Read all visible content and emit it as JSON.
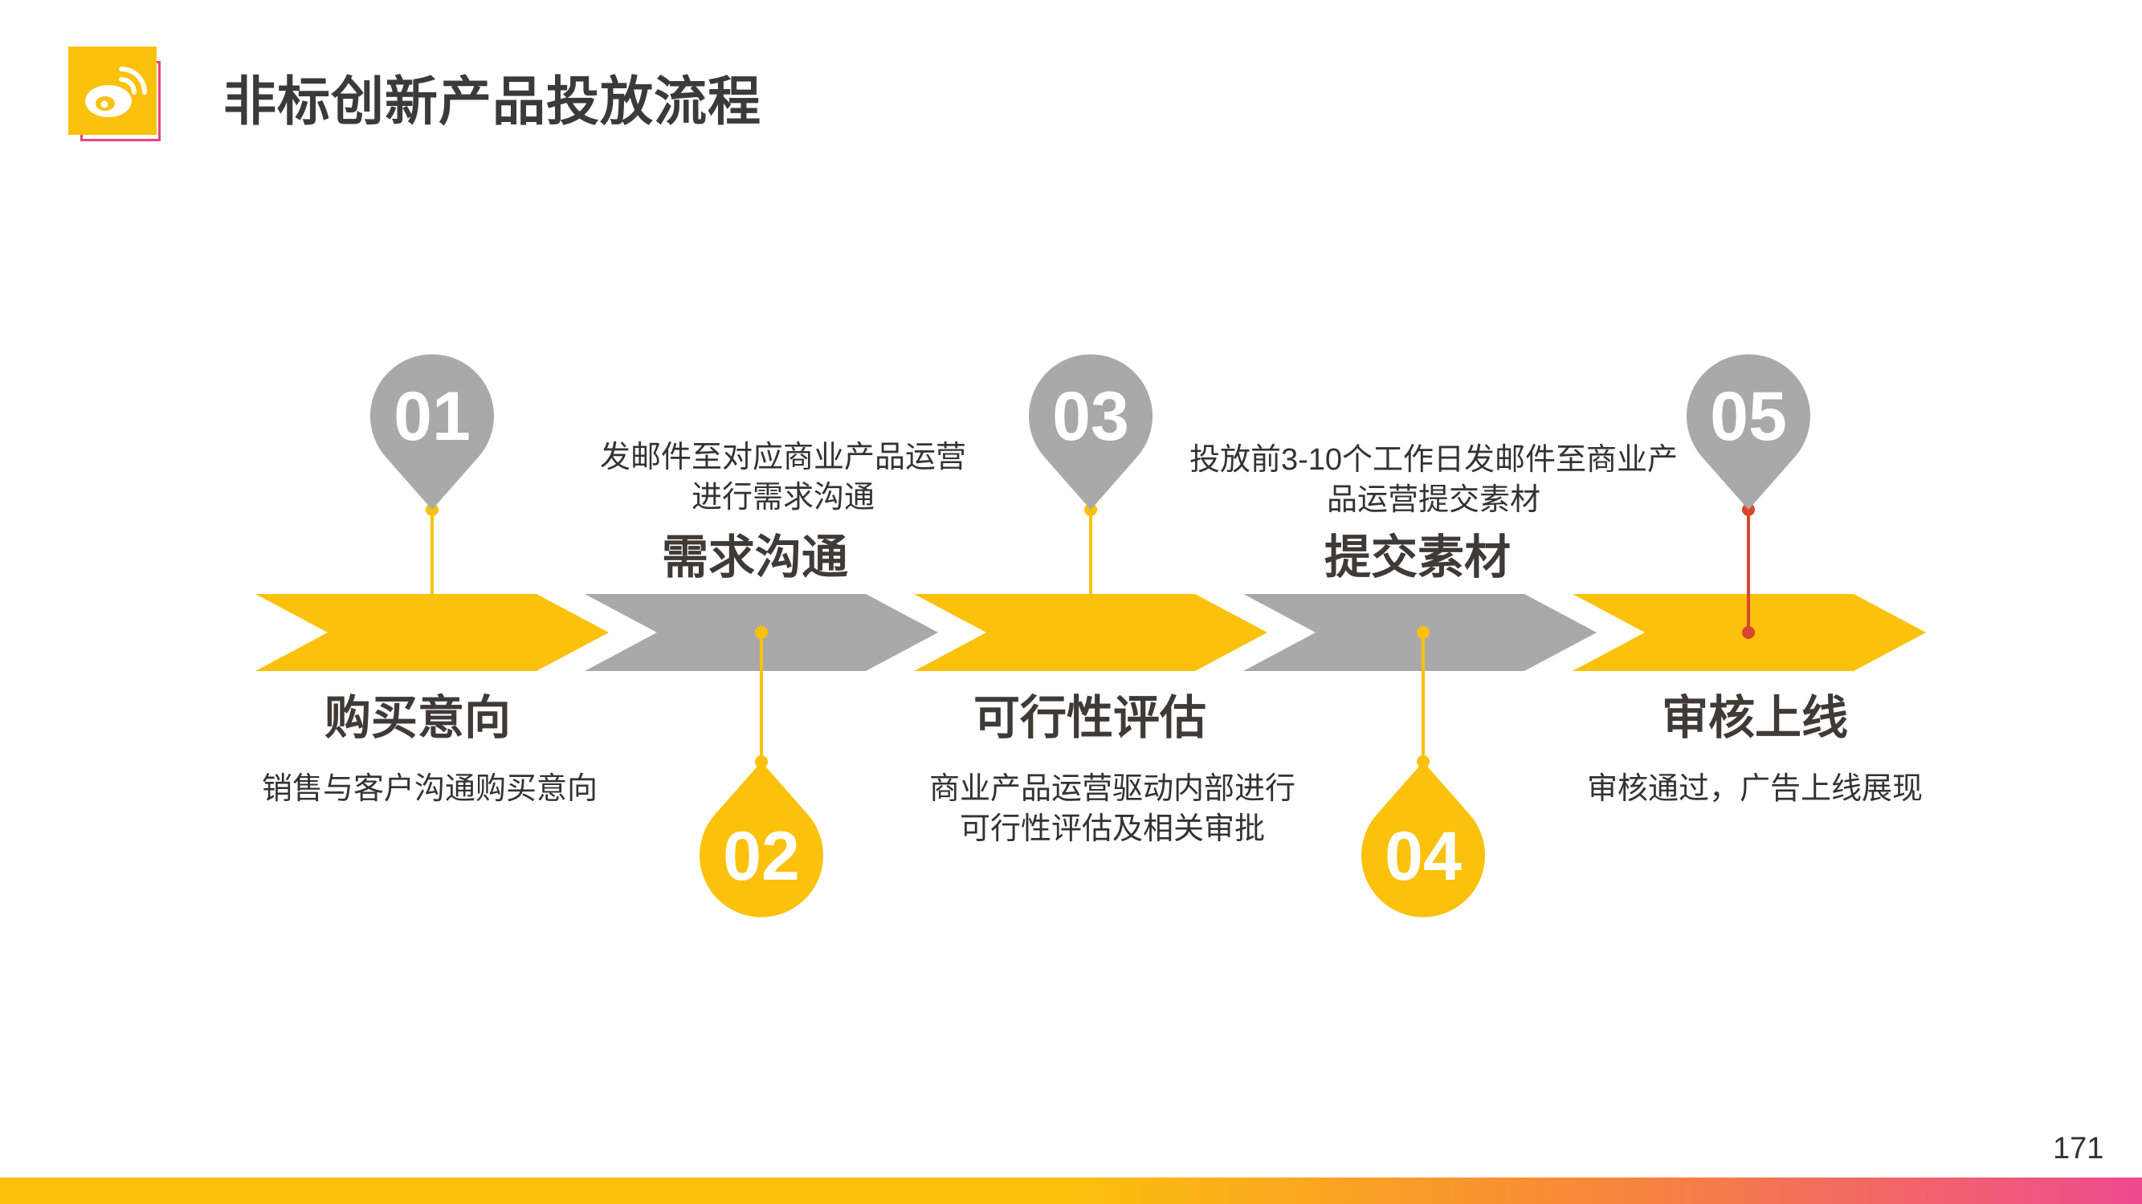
{
  "header": {
    "title": "非标创新产品投放流程",
    "logo_icon": "weibo-logo-icon"
  },
  "colors": {
    "yellow": "#fbc10b",
    "gray": "#a9a9a9",
    "red": "#d9472e",
    "accent_pink": "#e8457f"
  },
  "steps": [
    {
      "number": "01",
      "title": "购买意向",
      "desc": "销售与客户沟通购买意向",
      "chevron": "yellow",
      "pin": "gray",
      "pin_side": "top",
      "line": "yellow"
    },
    {
      "number": "02",
      "title": "需求沟通",
      "desc": "发邮件至对应商业产品运营进行需求沟通",
      "chevron": "gray",
      "pin": "yellow",
      "pin_side": "bottom",
      "line": "yellow"
    },
    {
      "number": "03",
      "title": "可行性评估",
      "desc": "商业产品运营驱动内部进行可行性评估及相关审批",
      "chevron": "yellow",
      "pin": "gray",
      "pin_side": "top",
      "line": "yellow"
    },
    {
      "number": "04",
      "title": "提交素材",
      "desc": "投放前3-10个工作日发邮件至商业产品运营提交素材",
      "chevron": "gray",
      "pin": "yellow",
      "pin_side": "bottom",
      "line": "yellow"
    },
    {
      "number": "05",
      "title": "审核上线",
      "desc": "审核通过，广告上线展现",
      "chevron": "yellow",
      "pin": "gray",
      "pin_side": "top",
      "line": "red"
    }
  ],
  "footer": {
    "page_number": "171"
  }
}
